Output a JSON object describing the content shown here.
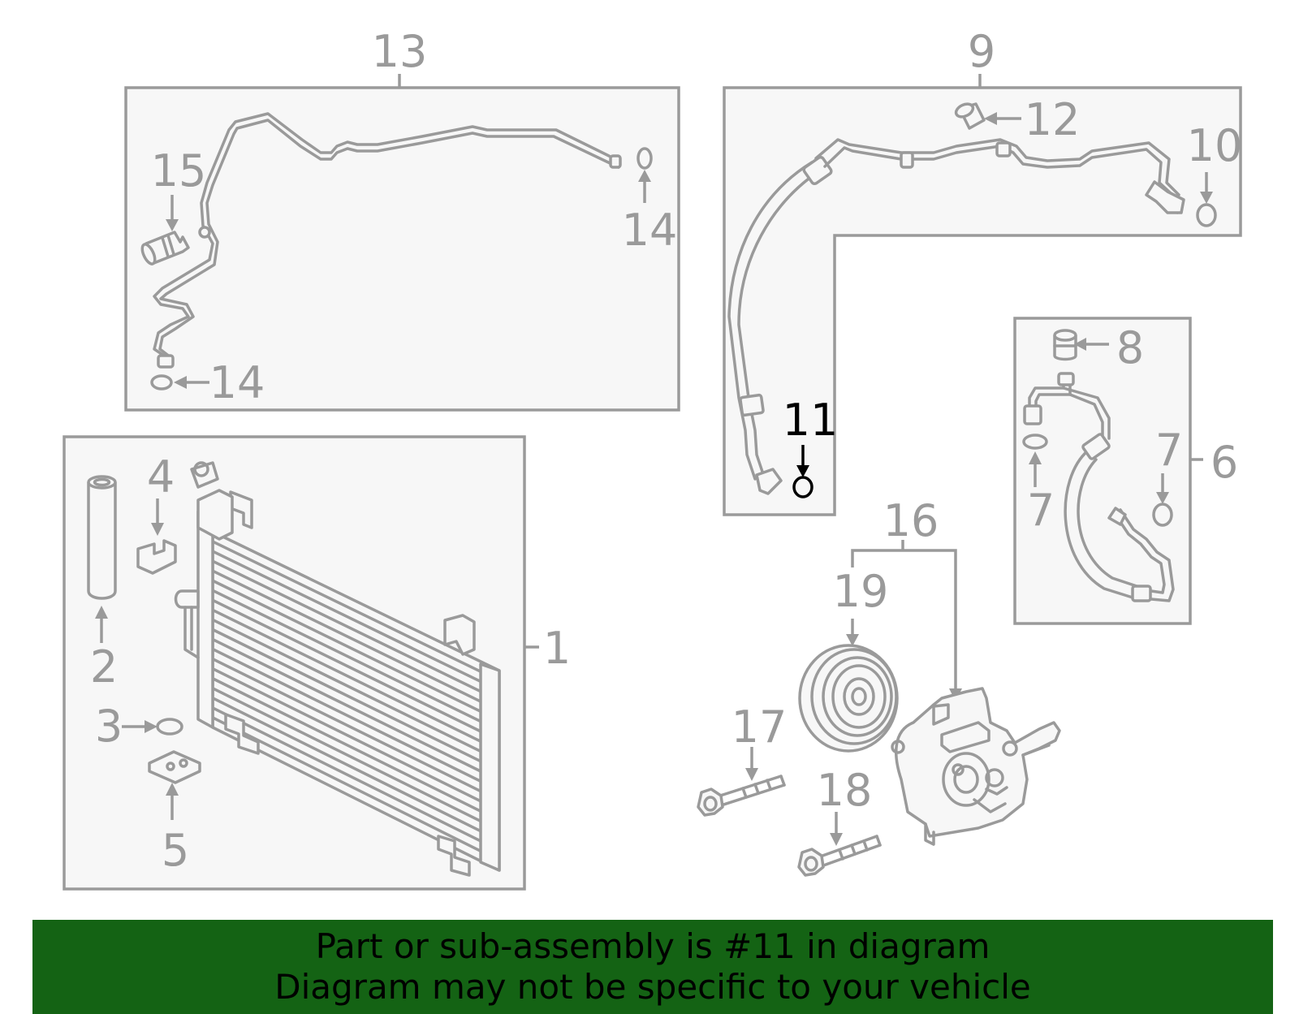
{
  "colors": {
    "line": "#9a9a9a",
    "panel": "#f7f7f7",
    "highlight": "#000000",
    "banner": "#146314"
  },
  "labels": {
    "c1": "1",
    "c2": "2",
    "c3": "3",
    "c4": "4",
    "c5": "5",
    "c6": "6",
    "c7a": "7",
    "c7b": "7",
    "c8": "8",
    "c9": "9",
    "c10": "10",
    "c11": "11",
    "c12": "12",
    "c13": "13",
    "c14a": "14",
    "c14b": "14",
    "c15": "15",
    "c16": "16",
    "c17": "17",
    "c18": "18",
    "c19": "19"
  },
  "highlighted_callout": "11",
  "banner": {
    "line1": "Part or sub-assembly is #11 in diagram",
    "line2": "Diagram may not be specific to your vehicle"
  }
}
